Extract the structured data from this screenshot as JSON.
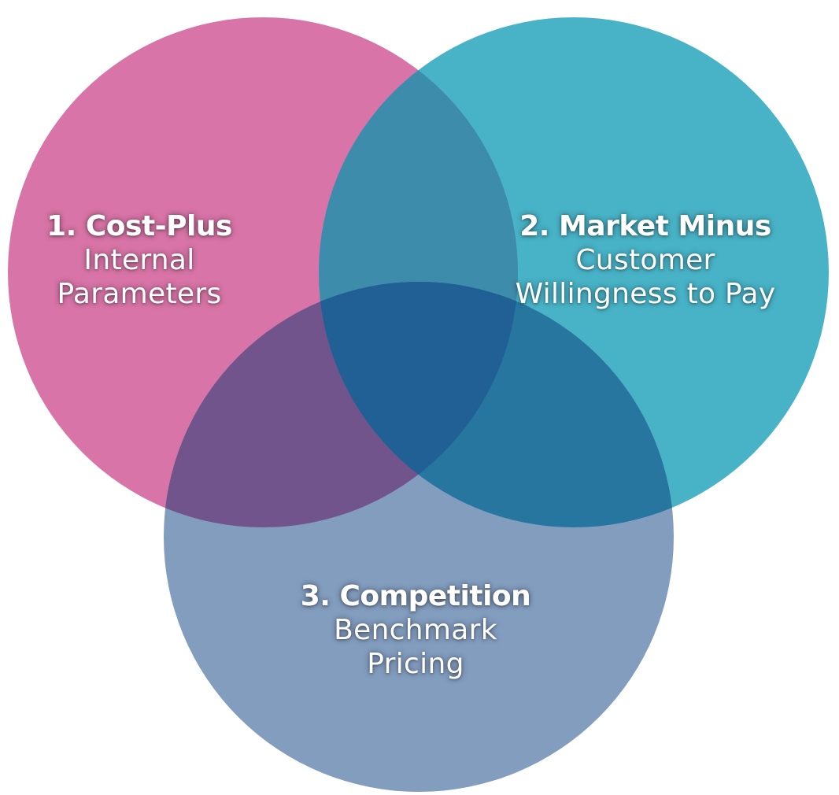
{
  "diagram": {
    "type": "venn",
    "circles": [
      {
        "id": "cost-plus",
        "title": "1. Cost-Plus",
        "lines": [
          "Internal",
          "Parameters"
        ],
        "color": "#d874a7"
      },
      {
        "id": "market-minus",
        "title": "2. Market Minus",
        "lines": [
          "Customer",
          "Willingness to Pay"
        ],
        "color": "#48b3c7"
      },
      {
        "id": "competition",
        "title": "3. Competition",
        "lines": [
          "Benchmark",
          "Pricing"
        ],
        "color": "#839dbf"
      }
    ],
    "overlap_colors": {
      "cost_market": "#3e8cab",
      "cost_competition": "#72548c",
      "market_competition": "#2776a0",
      "all_three": "#216094"
    }
  }
}
